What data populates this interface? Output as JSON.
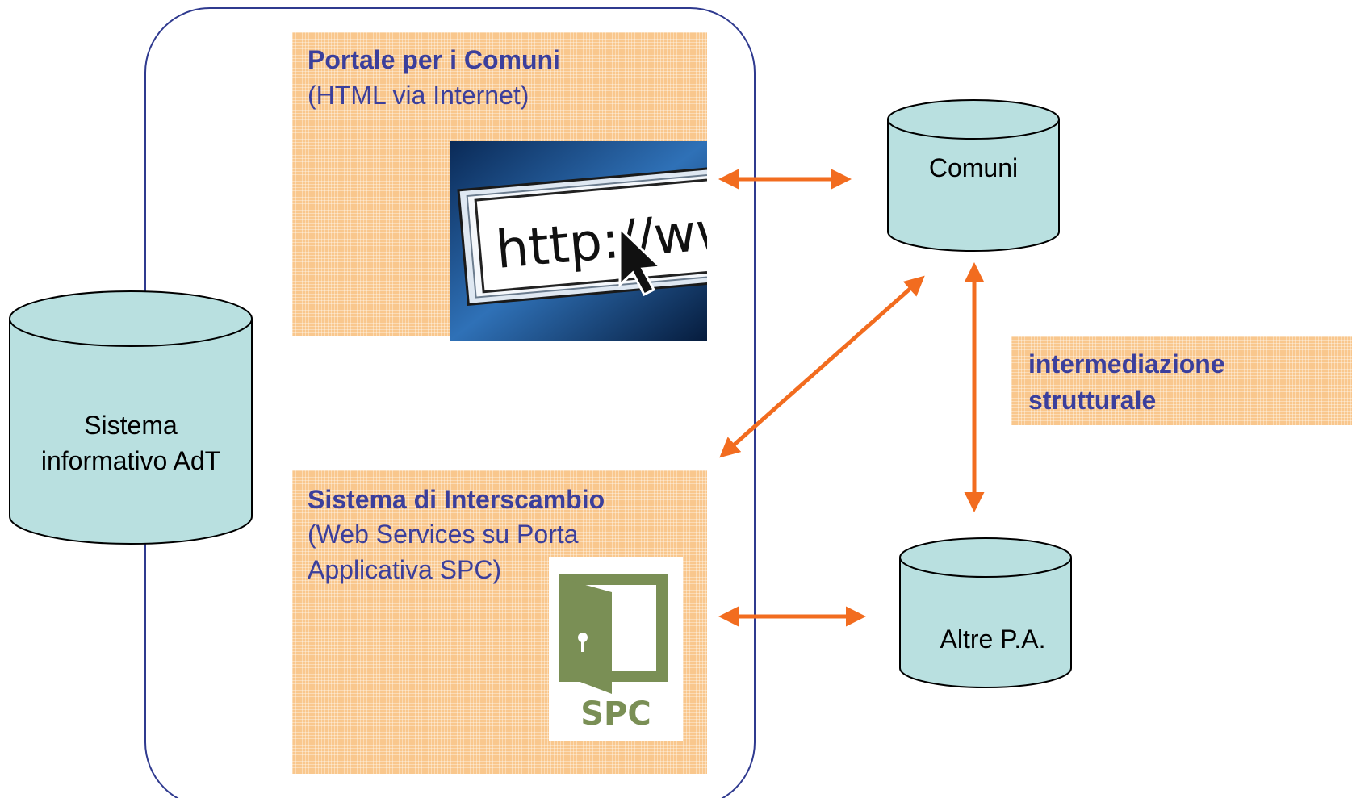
{
  "portale": {
    "title": "Portale  per i Comuni",
    "subtitle": "(HTML via Internet)",
    "image_text": "http://www"
  },
  "interscambio": {
    "title": "Sistema di Interscambio",
    "subtitle_line1": "(Web Services su Porta",
    "subtitle_line2": "Applicativa SPC)",
    "logo_text": "SPC"
  },
  "intermediazione": {
    "line1": "intermediazione",
    "line2": "strutturale"
  },
  "databases": {
    "adt_line1": "Sistema",
    "adt_line2": "informativo AdT",
    "comuni": "Comuni",
    "altre": "Altre P.A."
  },
  "colors": {
    "arrow": "#f26c1f",
    "cylinder_fill": "#b9e0e0",
    "box_fill": "#f9c78d",
    "frame": "#2f3a8f",
    "title_text": "#3b3f9c"
  }
}
